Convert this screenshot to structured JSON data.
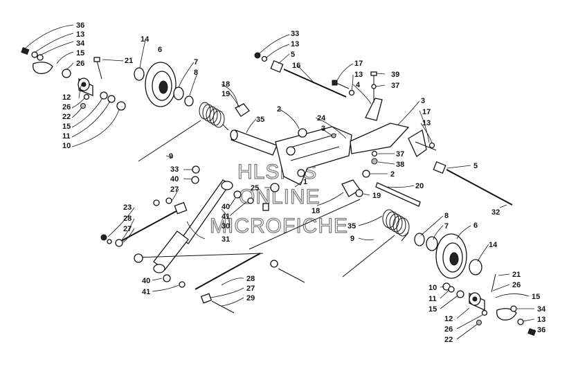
{
  "watermark": [
    "HLSM'S",
    "ONLINE",
    "MICROFICHE"
  ],
  "callouts": {
    "l36a": "36",
    "l13a": "13",
    "l34a": "34",
    "l15a": "15",
    "l26a": "26",
    "l21a": "21",
    "l14a": "14",
    "l6a": "6",
    "l7a": "7",
    "l8a": "8",
    "l18a": "18",
    "l19a": "19",
    "l12a": "12",
    "l26b": "26",
    "l22a": "22",
    "l15b": "15",
    "l11a": "11",
    "l10a": "10",
    "l9a": "9",
    "l33a": "33",
    "l13b": "13",
    "l5a": "5",
    "l16a": "16",
    "l17a": "17",
    "l13c": "13",
    "l4a": "4",
    "l39a": "39",
    "l37a": "37",
    "l3a": "3",
    "l17b": "17",
    "l13d": "13",
    "l2a": "2",
    "l35a": "35",
    "l24a": "24",
    "l3b": "3",
    "l37b": "37",
    "l38a": "38",
    "l5b": "5",
    "l2b": "2",
    "l33b": "33",
    "l40a": "40",
    "l27a": "27",
    "l25a": "25",
    "l1a": "1",
    "l20a": "20",
    "l19b": "19",
    "l18b": "18",
    "l32a": "32",
    "l23a": "23",
    "l28a": "28",
    "l27b": "27",
    "l40b": "40",
    "l41a": "41",
    "l30a": "30",
    "l31a": "31",
    "l35b": "35",
    "l9b": "9",
    "l8b": "8",
    "l7b": "7",
    "l6b": "6",
    "l14b": "14",
    "l40c": "40",
    "l41b": "41",
    "l28b": "28",
    "l27c": "27",
    "l29a": "29",
    "l21b": "21",
    "l26c": "26",
    "l10b": "10",
    "l11b": "11",
    "l15c": "15",
    "l34b": "34",
    "l13e": "13",
    "l12b": "12",
    "l26d": "26",
    "l36b": "36",
    "l22b": "22",
    "l15d": "15"
  }
}
